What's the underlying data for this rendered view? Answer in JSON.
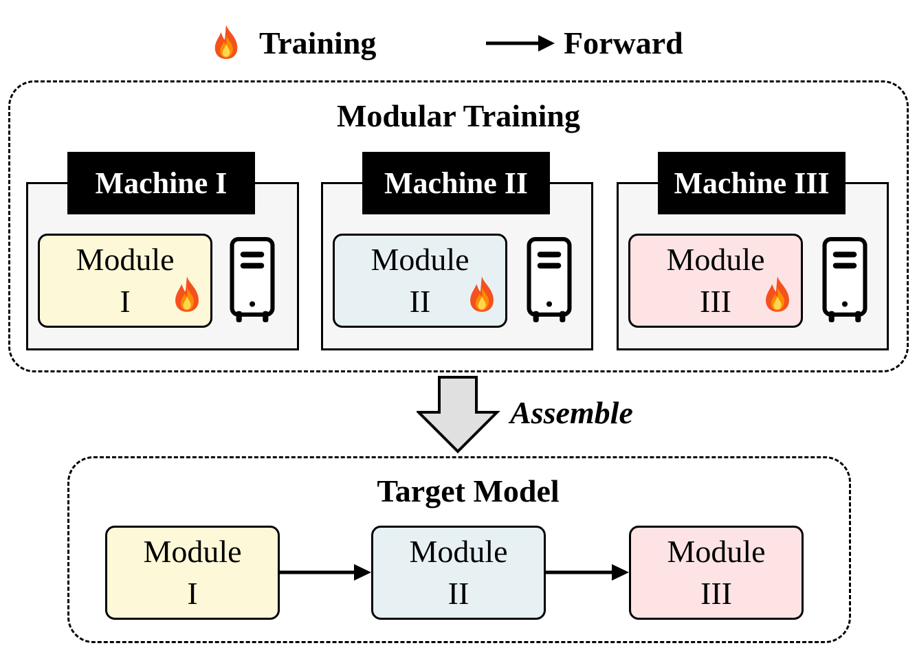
{
  "legend": {
    "training_label": "Training",
    "forward_label": "Forward",
    "training_icon": "fire-icon",
    "forward_icon": "arrow-right-icon"
  },
  "modular_training": {
    "title": "Modular Training",
    "machines": [
      {
        "tag": "Machine I",
        "module_word": "Module",
        "module_numeral": "I",
        "fill": "#fdf8d7",
        "icon": "fire-icon",
        "server_icon": "server-icon"
      },
      {
        "tag": "Machine II",
        "module_word": "Module",
        "module_numeral": "II",
        "fill": "#e7f1f4",
        "icon": "fire-icon",
        "server_icon": "server-icon"
      },
      {
        "tag": "Machine III",
        "module_word": "Module",
        "module_numeral": "III",
        "fill": "#fde3e4",
        "icon": "fire-icon",
        "server_icon": "server-icon"
      }
    ]
  },
  "assemble": {
    "label": "Assemble",
    "icon": "down-arrow-icon"
  },
  "target_model": {
    "title": "Target Model",
    "modules": [
      {
        "word": "Module",
        "numeral": "I",
        "fill": "#fdf8d7"
      },
      {
        "word": "Module",
        "numeral": "II",
        "fill": "#e7f1f4"
      },
      {
        "word": "Module",
        "numeral": "III",
        "fill": "#fde3e4"
      }
    ]
  }
}
